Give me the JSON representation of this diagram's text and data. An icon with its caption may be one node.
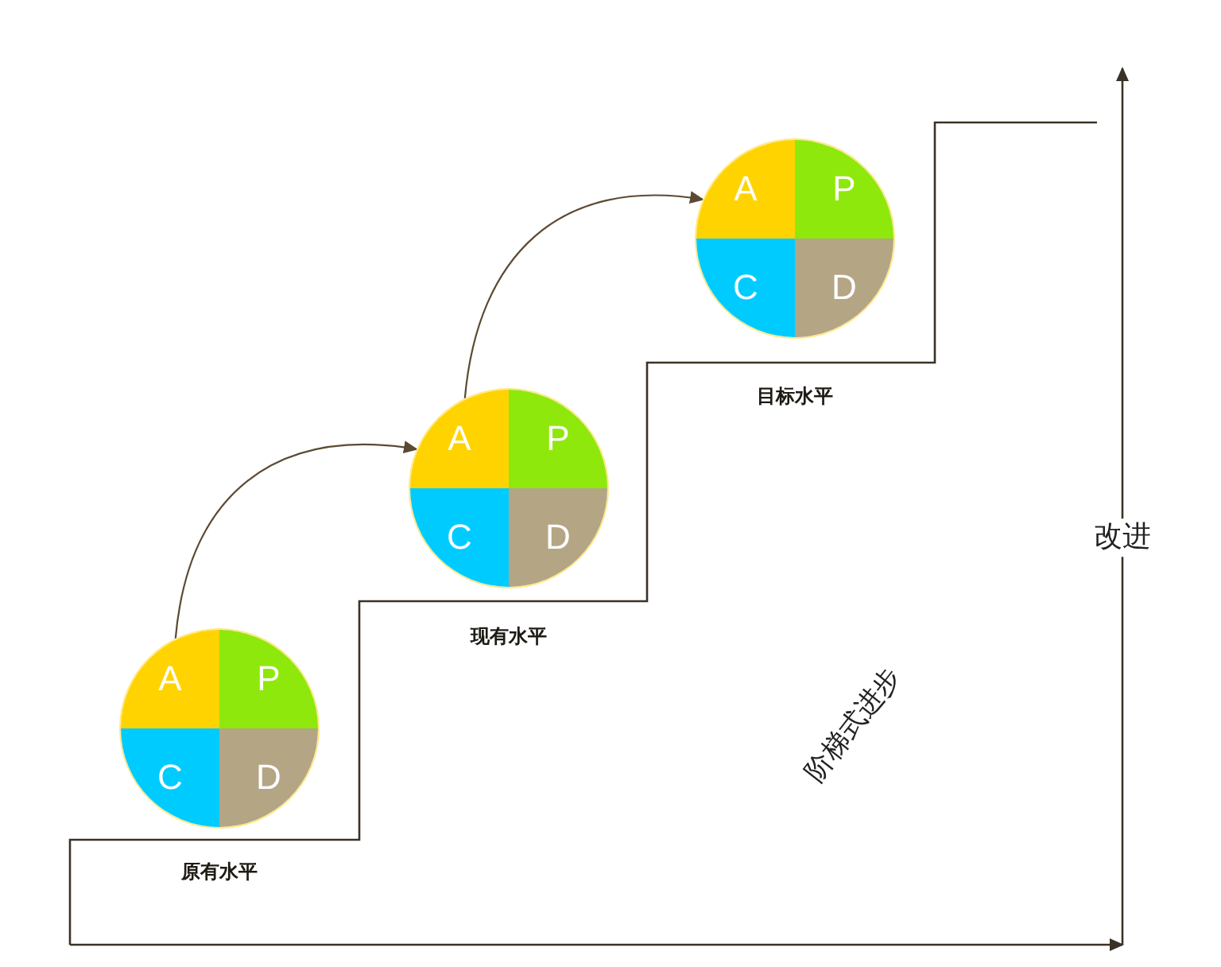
{
  "diagram": {
    "nodes": [
      {
        "text": [],
        "shape": "circle",
        "beside": [
          "原有水平"
        ]
      },
      {
        "text": [
          "A"
        ],
        "in": 0
      },
      {
        "text": [
          "P"
        ],
        "in": 0
      },
      {
        "text": [
          "C"
        ],
        "in": 0
      },
      {
        "text": [
          "D"
        ],
        "in": 0
      },
      {
        "text": [],
        "shape": "circle",
        "beside": [
          "现有水平"
        ]
      },
      {
        "text": [
          "A"
        ],
        "in": 5
      },
      {
        "text": [
          "P"
        ],
        "in": 5
      },
      {
        "text": [
          "C"
        ],
        "in": 5
      },
      {
        "text": [
          "D"
        ],
        "in": 5
      },
      {
        "text": [],
        "shape": "circle",
        "beside": [
          "目标水平"
        ]
      },
      {
        "text": [
          "A"
        ],
        "in": 10
      },
      {
        "text": [
          "P"
        ],
        "in": 10
      },
      {
        "text": [
          "C"
        ],
        "in": 10
      },
      {
        "text": [
          "D"
        ],
        "in": 10
      }
    ],
    "edges": [
      {
        "from": 0,
        "to": 5,
        "arrow": "to"
      },
      {
        "from": 5,
        "to": 10,
        "arrow": "to"
      }
    ],
    "labels": [
      "改进",
      "阶梯式进步"
    ]
  }
}
